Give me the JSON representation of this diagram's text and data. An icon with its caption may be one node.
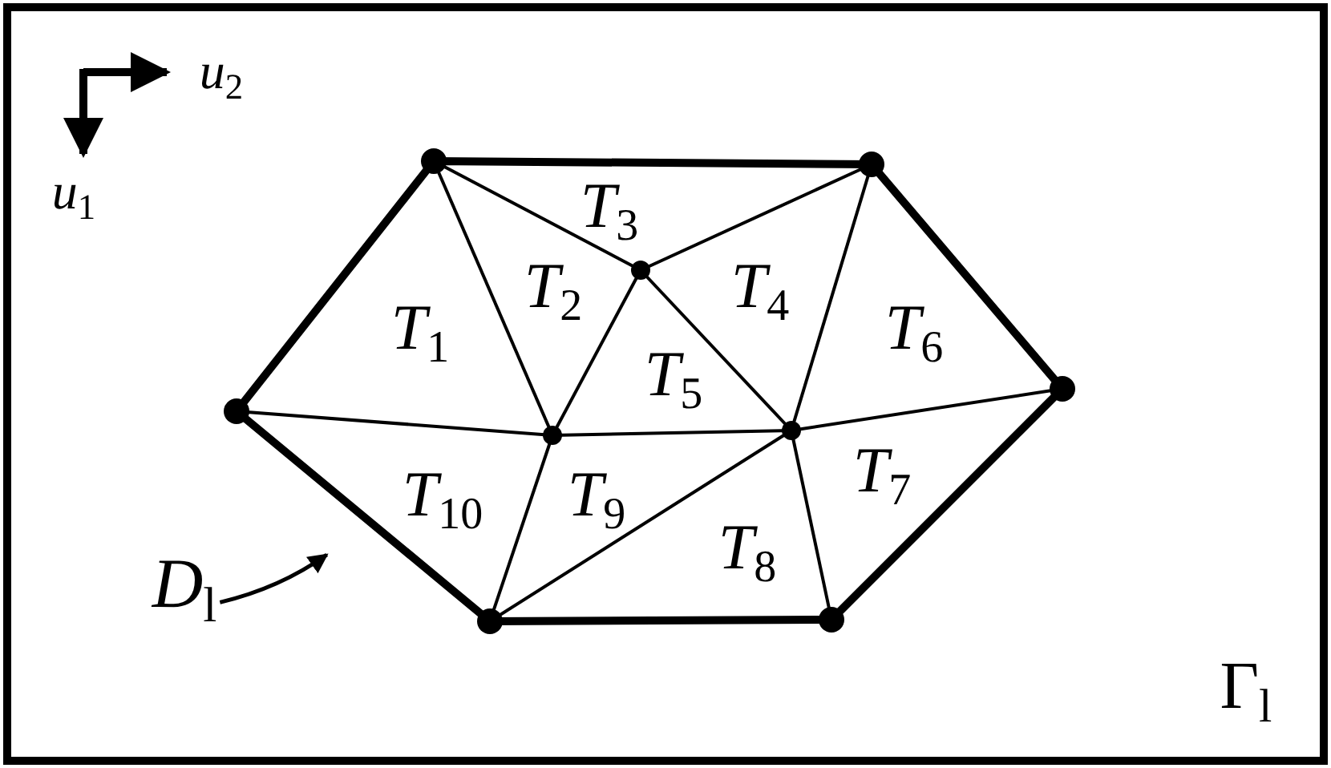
{
  "diagram": {
    "nodes": [
      {
        "text": [
          "Γ$_{l}$"
        ]
      },
      {
        "text": [],
        "shape": "hexagon",
        "in": 0
      },
      {
        "text": [
          "T$_{1}$"
        ],
        "in": 1
      },
      {
        "text": [
          "T$_{2}$"
        ],
        "in": 1
      },
      {
        "text": [
          "T$_{3}$"
        ],
        "in": 1
      },
      {
        "text": [
          "T$_{4}$"
        ],
        "in": 1
      },
      {
        "text": [
          "T$_{5}$"
        ],
        "in": 1
      },
      {
        "text": [
          "T$_{6}$"
        ],
        "in": 1
      },
      {
        "text": [
          "T$_{7}$"
        ],
        "in": 1
      },
      {
        "text": [
          "T$_{8}$"
        ],
        "in": 1
      },
      {
        "text": [
          "T$_{9}$"
        ],
        "in": 1
      },
      {
        "text": [
          "T$_{10}$"
        ],
        "in": 1
      },
      {
        "text": [
          "D$_{l}$"
        ],
        "in": 0
      }
    ],
    "edges": [
      {
        "from": 12,
        "to": 1,
        "arrow": "to"
      }
    ],
    "labels": [
      "u$_{2}$",
      "u$_{1}$"
    ]
  }
}
